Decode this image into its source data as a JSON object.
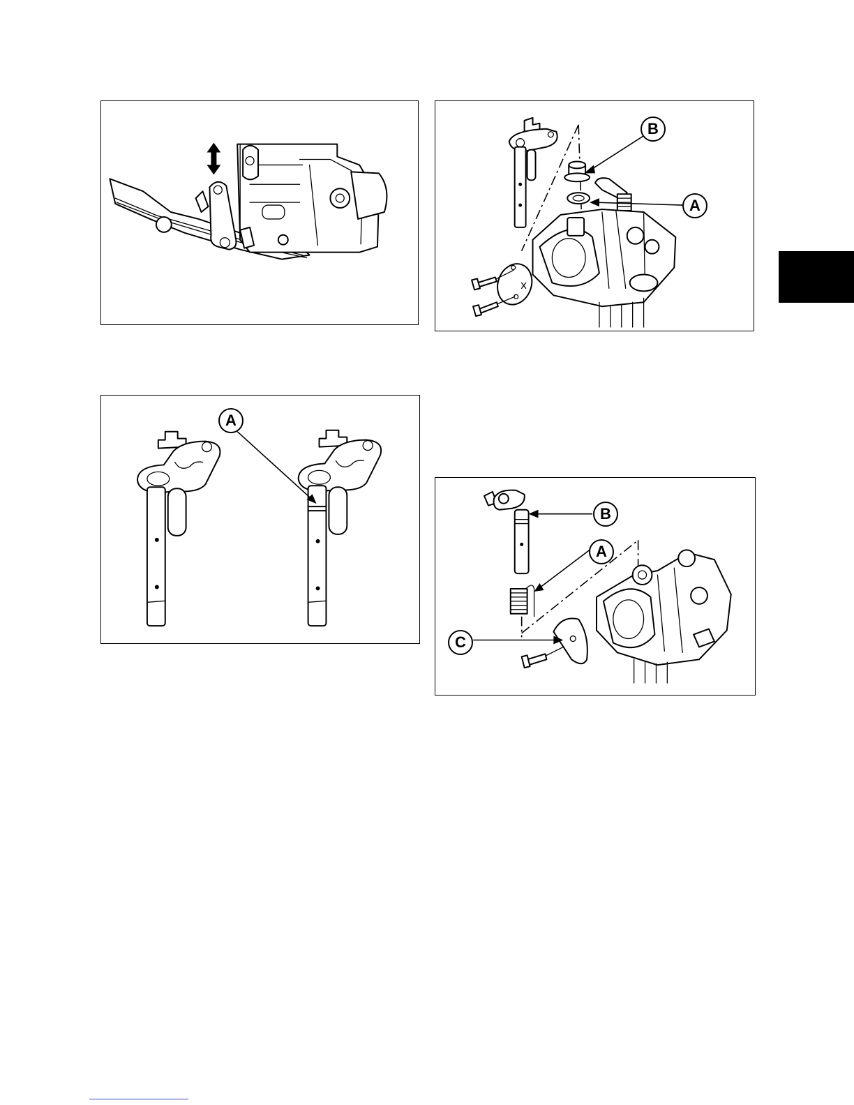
{
  "figures": [
    {
      "id": "fig-1",
      "callouts": []
    },
    {
      "id": "fig-2",
      "callouts": [
        "B",
        "A"
      ]
    },
    {
      "id": "fig-3",
      "callouts": [
        "A"
      ]
    },
    {
      "id": "fig-4",
      "callouts": [
        "B",
        "A",
        "C"
      ]
    }
  ],
  "colors": {
    "line": "#000000",
    "tab": "#000000",
    "footer_rule": "#2b3fd6"
  },
  "icons": [
    "double-arrow-icon"
  ]
}
